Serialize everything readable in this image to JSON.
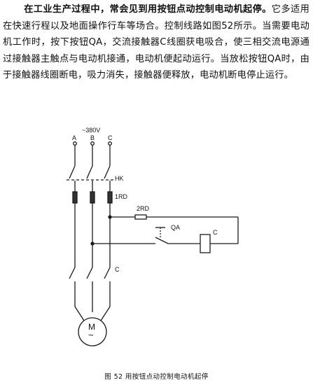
{
  "paragraph": {
    "sentence1": "在工业生产过程中，常会见到用按钮点动控制电动机起停。",
    "sentence2": "它多适用在快速行程以及地面操作行车等场合。控制线路如图52所示。当需要电动机工作时，按下按钮QA，交流接触器C线圈获电吸合，使三相交流电源通过接触器主触点与电动机接通，电动机便起动运行。当放松按钮QA时，由于接触器线圈断电，吸力消失，接触器便释放，电动机断电停止运行。"
  },
  "diagram": {
    "supply_label": "~380V",
    "phases": [
      "A",
      "B",
      "C"
    ],
    "switch_label": "HK",
    "fuse1_label": "1RD",
    "fuse2_label": "2RD",
    "button_label": "QA",
    "coil_label": "C",
    "contact_label": "C",
    "motor_label": "M",
    "motor_symbol": "~"
  },
  "caption": "图 52   用按钮点动控制电动机起停"
}
